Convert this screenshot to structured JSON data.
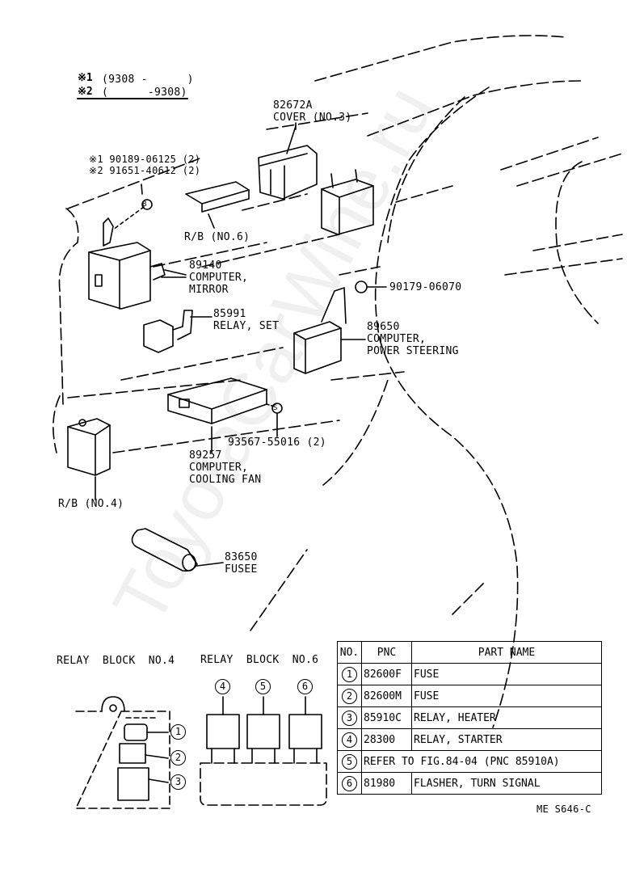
{
  "legend": {
    "row1_mark": "※1",
    "row1_range": "(9308 -      )",
    "row2_mark": "※2",
    "row2_range": "(      -9308)"
  },
  "callouts": {
    "p82672a": "82672A",
    "p82672a_name": "COVER (NO.3)",
    "p90189": "※1 90189-06125 (2)",
    "p91651": "※2 91651-40612 (2)",
    "rb6": "R/B (NO.6)",
    "p89140": "89140",
    "p89140_name1": "COMPUTER,",
    "p89140_name2": "MIRROR",
    "p85991": "85991",
    "p85991_name": "RELAY, SET",
    "p90179": "90179-06070",
    "p89650": "89650",
    "p89650_name1": "COMPUTER,",
    "p89650_name2": "POWER STEERING",
    "p89257": "89257",
    "p89257_name1": "COMPUTER,",
    "p89257_name2": "COOLING FAN",
    "p93567": "93567-55016 (2)",
    "rb4": "R/B (NO.4)",
    "p83650": "83650",
    "p83650_name": "FUSEE",
    "bolt_mark": "S",
    "screw_mark": "B"
  },
  "relay_block_4": {
    "title": "RELAY  BLOCK  NO.4",
    "markers": [
      "1",
      "2",
      "3"
    ]
  },
  "relay_block_6": {
    "title": "RELAY  BLOCK  NO.6",
    "markers": [
      "4",
      "5",
      "6"
    ]
  },
  "parts_table": {
    "headers": [
      "NO.",
      "PNC",
      "PART NAME"
    ],
    "rows": [
      {
        "no": "1",
        "pnc": "82600F",
        "name": "FUSE"
      },
      {
        "no": "2",
        "pnc": "82600M",
        "name": "FUSE"
      },
      {
        "no": "3",
        "pnc": "85910C",
        "name": "RELAY, HEATER"
      },
      {
        "no": "4",
        "pnc": "28300",
        "name": "RELAY, STARTER"
      },
      {
        "no": "5",
        "refer": "REFER  TO  FIG.84-04 (PNC  85910A)"
      },
      {
        "no": "6",
        "pnc": "81980",
        "name": "FLASHER, TURN  SIGNAL"
      }
    ]
  },
  "drawing_code": "ME S646-C",
  "watermark_text": "ToyotaCarWine.ru"
}
